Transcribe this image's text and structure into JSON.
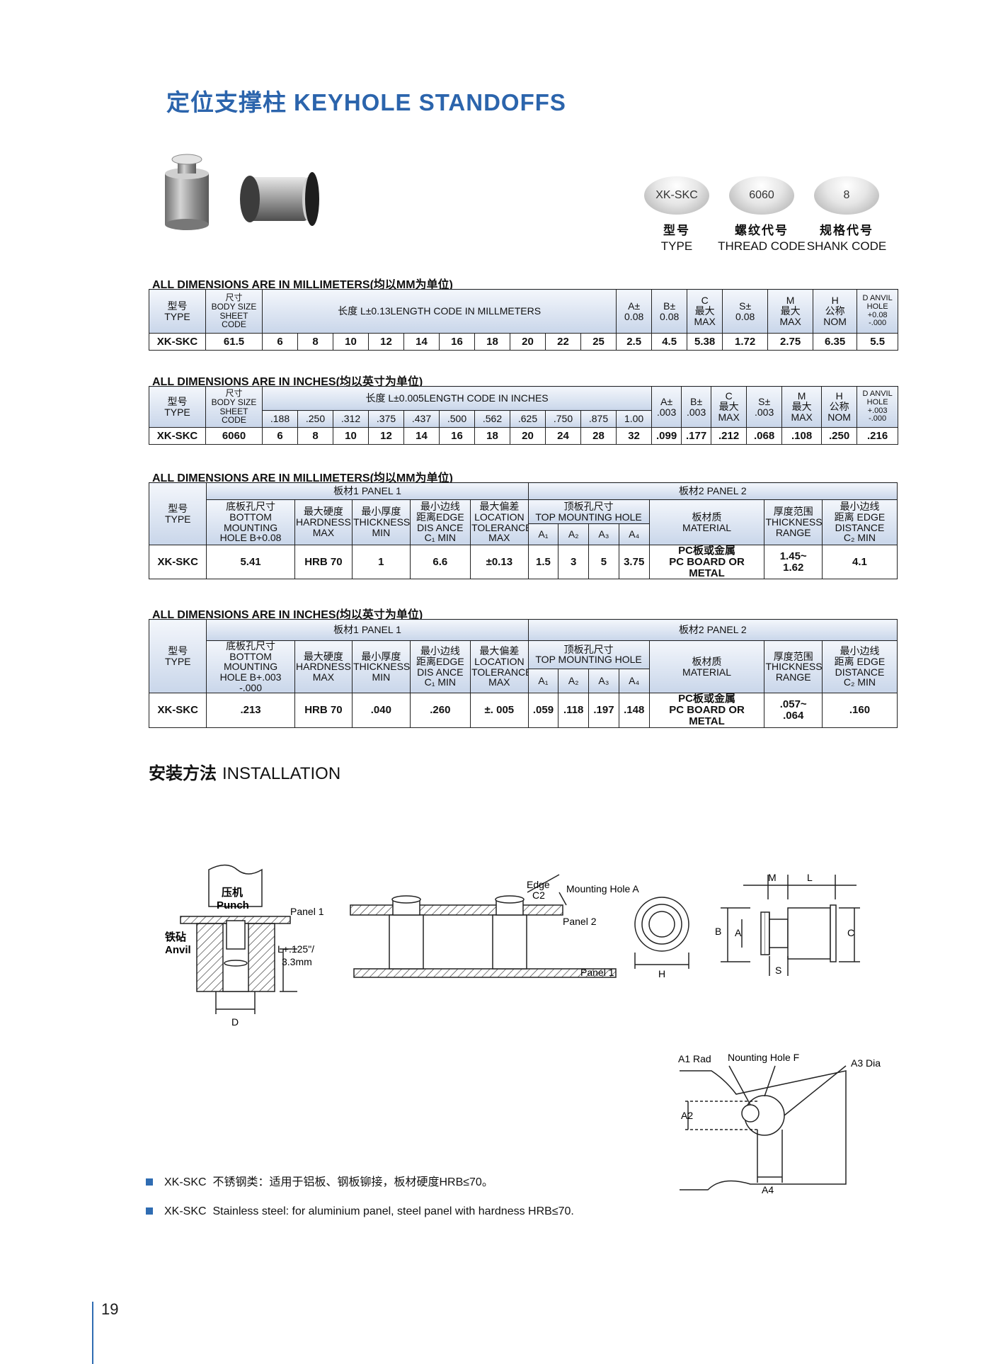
{
  "title": {
    "zh": "定位支撑柱",
    "en": "KEYHOLE STANDOFFS"
  },
  "part_code": {
    "pills": [
      "XK-SKC",
      "6060",
      "8"
    ],
    "labels": [
      {
        "zh": "型号",
        "en": "TYPE"
      },
      {
        "zh": "螺纹代号",
        "en": "THREAD CODE"
      },
      {
        "zh": "规格代号",
        "en": "SHANK CODE"
      }
    ]
  },
  "table1": {
    "caption": "ALL DIMENSIONS ARE IN MILLIMETERS(均以MM为单位)",
    "h_type": [
      "型号",
      "TYPE"
    ],
    "h_body": [
      "尺寸",
      "BODY SIZE",
      "SHEET CODE"
    ],
    "h_length": "长度 L±0.13LENGTH CODE IN MILLMETERS",
    "h_a": [
      "A±",
      "0.08"
    ],
    "h_b": [
      "B±",
      "0.08"
    ],
    "h_c": [
      "C",
      "最大",
      "MAX"
    ],
    "h_s": [
      "S±",
      "0.08"
    ],
    "h_m": [
      "M",
      "最大",
      "MAX"
    ],
    "h_h": [
      "H",
      "公称",
      "NOM"
    ],
    "h_d": [
      "D ANVIL",
      "HOLE",
      "+0.08",
      "-.000"
    ],
    "row": [
      "XK-SKC",
      "61.5",
      "6",
      "8",
      "10",
      "12",
      "14",
      "16",
      "18",
      "20",
      "22",
      "25",
      "2.5",
      "4.5",
      "5.38",
      "1.72",
      "2.75",
      "6.35",
      "5.5"
    ]
  },
  "table2": {
    "caption": "ALL DIMENSIONS ARE IN INCHES(均以英寸为单位)",
    "h_type": [
      "型号",
      "TYPE"
    ],
    "h_body": [
      "尺寸",
      "BODY SIZE",
      "SHEET CODE"
    ],
    "h_length": "长度 L±0.005LENGTH CODE IN INCHES",
    "lengths": [
      ".188",
      ".250",
      ".312",
      ".375",
      ".437",
      ".500",
      ".562",
      ".625",
      ".750",
      ".875",
      "1.00"
    ],
    "h_a": [
      "A±",
      ".003"
    ],
    "h_b": [
      "B±",
      ".003"
    ],
    "h_c": [
      "C",
      "最大",
      "MAX"
    ],
    "h_s": [
      "S±",
      ".003"
    ],
    "h_m": [
      "M",
      "最大",
      "MAX"
    ],
    "h_h": [
      "H",
      "公称",
      "NOM"
    ],
    "h_d": [
      "D ANVIL",
      "HOLE",
      "+.003",
      "-.000"
    ],
    "row": [
      "XK-SKC",
      "6060",
      "6",
      "8",
      "10",
      "12",
      "14",
      "16",
      "18",
      "20",
      "24",
      "28",
      "32",
      ".099",
      ".177",
      ".212",
      ".068",
      ".108",
      ".250",
      ".216"
    ]
  },
  "table3": {
    "caption": "ALL DIMENSIONS ARE IN MILLIMETERS(均以MM为单位)",
    "panel1": "板材1 PANEL 1",
    "panel2": "板材2 PANEL 2",
    "h_type": [
      "型号",
      "TYPE"
    ],
    "h_bottom": [
      "底板孔尺寸",
      "BOTTOM",
      "MOUNTING",
      "HOLE B+0.08"
    ],
    "h_hard": [
      "最大硬度",
      "HARDNESS",
      "MAX"
    ],
    "h_thick": [
      "最小厚度",
      "THICKNESS",
      "MIN"
    ],
    "h_edge": [
      "最小边线",
      "距离EDGE",
      "DIS ANCE",
      "C₁ MIN"
    ],
    "h_loc": [
      "最大偏差",
      "LOCATION",
      "TOLERANCE",
      "MAX"
    ],
    "h_top": [
      "顶板孔尺寸",
      "TOP MOUNTING HOLE"
    ],
    "h_a": [
      "A₁",
      "A₂",
      "A₃",
      "A₄"
    ],
    "h_mat": [
      "板材质",
      "MATERIAL"
    ],
    "h_range": [
      "厚度范围",
      "THICKNESS",
      "RANGE"
    ],
    "h_edge2": [
      "最小边线",
      "距离 EDGE",
      "DISTANCE",
      "C₂ MIN"
    ],
    "row": [
      "XK-SKC",
      "5.41",
      "HRB 70",
      "1",
      "6.6",
      "±0.13",
      "1.5",
      "3",
      "5",
      "3.75"
    ],
    "row_mat": [
      "PC板或金属",
      "PC BOARD OR METAL"
    ],
    "row_range": [
      "1.45~",
      "1.62"
    ],
    "row_edge2": "4.1"
  },
  "table4": {
    "caption": "ALL DIMENSIONS ARE IN INCHES(均以英寸为单位)",
    "panel1": "板材1 PANEL 1",
    "panel2": "板材2 PANEL 2",
    "h_type": [
      "型号",
      "TYPE"
    ],
    "h_bottom": [
      "底板孔尺寸",
      "BOTTOM",
      "MOUNTING",
      "HOLE B+.003",
      "-.000"
    ],
    "h_hard": [
      "最大硬度",
      "HARDNESS",
      "MAX"
    ],
    "h_thick": [
      "最小厚度",
      "THICKNESS",
      "MIN"
    ],
    "h_edge": [
      "最小边线",
      "距离EDGE",
      "DIS ANCE",
      "C₁ MIN"
    ],
    "h_loc": [
      "最大偏差",
      "LOCATION",
      "TOLERANCE",
      "MAX"
    ],
    "h_top": [
      "顶板孔尺寸",
      "TOP MOUNTING HOLE"
    ],
    "h_a": [
      "A₁",
      "A₂",
      "A₃",
      "A₄"
    ],
    "h_mat": [
      "板材质",
      "MATERIAL"
    ],
    "h_range": [
      "厚度范围",
      "THICKNESS",
      "RANGE"
    ],
    "h_edge2": [
      "最小边线",
      "距离 EDGE",
      "DISTANCE",
      "C₂ MIN"
    ],
    "row": [
      "XK-SKC",
      ".213",
      "HRB 70",
      ".040",
      ".260",
      "±. 005",
      ".059",
      ".118",
      ".197",
      ".148"
    ],
    "row_mat": [
      "PC板或金属",
      "PC BOARD OR METAL"
    ],
    "row_range": [
      ".057~",
      ".064"
    ],
    "row_edge2": ".160"
  },
  "installation": {
    "title_zh": "安装方法",
    "title_en": "INSTALLATION",
    "labels": {
      "punch_zh": "压机",
      "punch_en": "Punch",
      "anvil_zh": "铁砧",
      "anvil_en": "Anvil",
      "panel1": "Panel 1",
      "panel2": "Panel 2",
      "panel1b": "Panel 1",
      "len": "L+.125\"/",
      "len2": "3.3mm",
      "d": "D",
      "edge": "Edge",
      "c2": "C2",
      "mhole": "Mounting Hole A",
      "h": "H",
      "m": "M",
      "l": "L",
      "b": "B",
      "a": "A",
      "c": "C",
      "s": "S",
      "a1rad": "A1 Rad",
      "nhole": "Nounting Hole F",
      "a3dia": "A3 Dia",
      "a2": "A2",
      "a4": "A4"
    }
  },
  "notes": [
    {
      "code": "XK-SKC",
      "text": "不锈钢类：适用于铝板、钢板铆接，板材硬度HRB≤70。"
    },
    {
      "code": "XK-SKC",
      "text": "Stainless steel: for aluminium panel, steel panel with hardness HRB≤70."
    }
  ],
  "page_number": "19"
}
